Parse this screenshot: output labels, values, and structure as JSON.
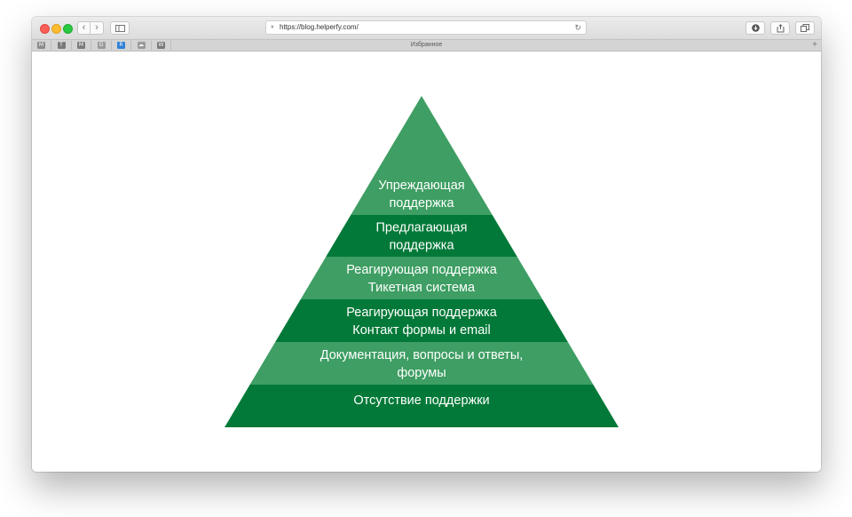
{
  "browser": {
    "url": "https://blog.helperfy.com/",
    "favorites_title": "Избранное",
    "favorites": [
      {
        "icon": "gmail-icon",
        "glyph": "M",
        "color": "#8a8a8a"
      },
      {
        "icon": "t-bookmark-icon",
        "glyph": "T",
        "color": "#7a7a7a"
      },
      {
        "icon": "m-bookmark-icon",
        "glyph": "M",
        "color": "#7a7a7a"
      },
      {
        "icon": "google-icon",
        "glyph": "G",
        "color": "#9a9a9a"
      },
      {
        "icon": "r-bookmark-icon",
        "glyph": "R",
        "color": "#2f7fd6"
      },
      {
        "icon": "cloud-icon",
        "glyph": "☁",
        "color": "#9a9a9a"
      },
      {
        "icon": "w-bookmark-icon",
        "glyph": "W",
        "color": "#7a7a7a"
      }
    ]
  },
  "pyramid": {
    "colors": {
      "light": "#3e9e63",
      "dark": "#027938"
    },
    "tiers": [
      {
        "lines": [
          "Упреждающая",
          "поддержка"
        ],
        "color": "light"
      },
      {
        "lines": [
          "Предлагающая",
          "поддержка"
        ],
        "color": "dark"
      },
      {
        "lines": [
          "Реагирующая поддержка",
          "Тикетная система"
        ],
        "color": "light"
      },
      {
        "lines": [
          "Реагирующая поддержка",
          "Контакт формы и email"
        ],
        "color": "dark"
      },
      {
        "lines": [
          "Документация, вопросы и ответы,",
          "форумы"
        ],
        "color": "light"
      },
      {
        "lines": [
          "Отсутствие поддержки"
        ],
        "color": "dark"
      }
    ]
  }
}
